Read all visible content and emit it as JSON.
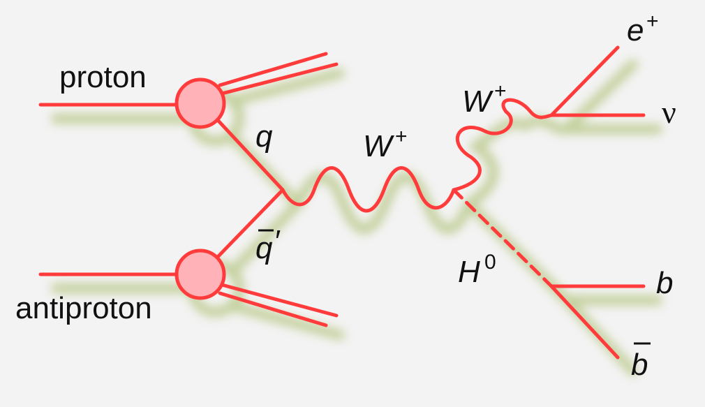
{
  "labels": {
    "proton": "proton",
    "antiproton": "antiproton",
    "quark": "q",
    "antiquark": "q",
    "antiquark_prime": "′",
    "w_mid": "W",
    "w_mid_charge": "+",
    "w_top": "W",
    "w_top_charge": "+",
    "higgs": "H",
    "higgs_charge": "0",
    "positron": "e",
    "positron_charge": "+",
    "neutrino": "ν",
    "bottom": "b",
    "antibottom": "b"
  },
  "colors": {
    "line": "#ff3b3b",
    "vertex_fill": "#ffb3b8",
    "shadow": "#b9c98a",
    "text": "#111111",
    "background": "#f3f3f3"
  }
}
